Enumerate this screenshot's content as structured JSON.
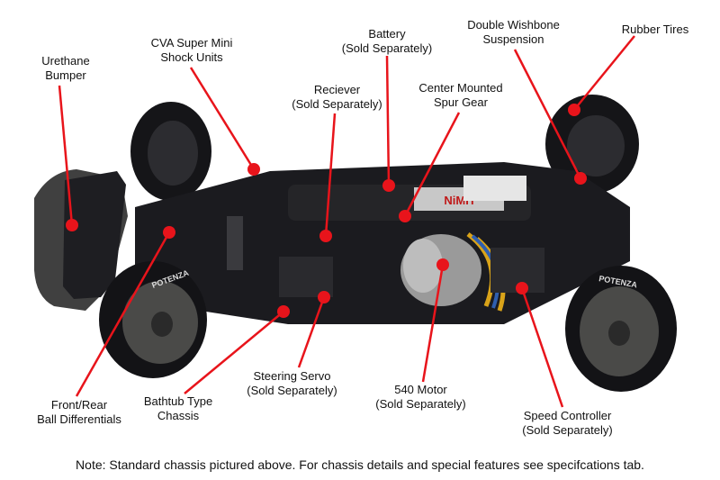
{
  "colors": {
    "leader": "#e8141b",
    "chassis": "#1b1b1f",
    "tire": "#111114",
    "rim": "#4a4a48",
    "bumper": "#3f3f3f"
  },
  "labels": {
    "urethane_bumper": [
      "Urethane",
      "Bumper"
    ],
    "cva_shock": [
      "CVA Super Mini",
      "Shock Units"
    ],
    "battery": [
      "Battery",
      "(Sold Separately)"
    ],
    "double_wishbone": [
      "Double Wishbone",
      "Suspension"
    ],
    "rubber_tires": [
      "Rubber Tires"
    ],
    "receiver": [
      "Reciever",
      "(Sold Separately)"
    ],
    "spur_gear": [
      "Center Mounted",
      "Spur Gear"
    ],
    "differentials": [
      "Front/Rear",
      "Ball Differentials"
    ],
    "bathtub_chassis": [
      "Bathtub Type",
      "Chassis"
    ],
    "steering_servo": [
      "Steering Servo",
      "(Sold Separately)"
    ],
    "motor": [
      "540 Motor",
      "(Sold Separately)"
    ],
    "speed_controller": [
      "Speed Controller",
      "(Sold Separately)"
    ]
  },
  "part_marks": {
    "battery_label": "NiMH",
    "tire_brand": "POTENZA"
  },
  "note": "Note: Standard chassis pictured above. For chassis details and special features see specifcations tab."
}
